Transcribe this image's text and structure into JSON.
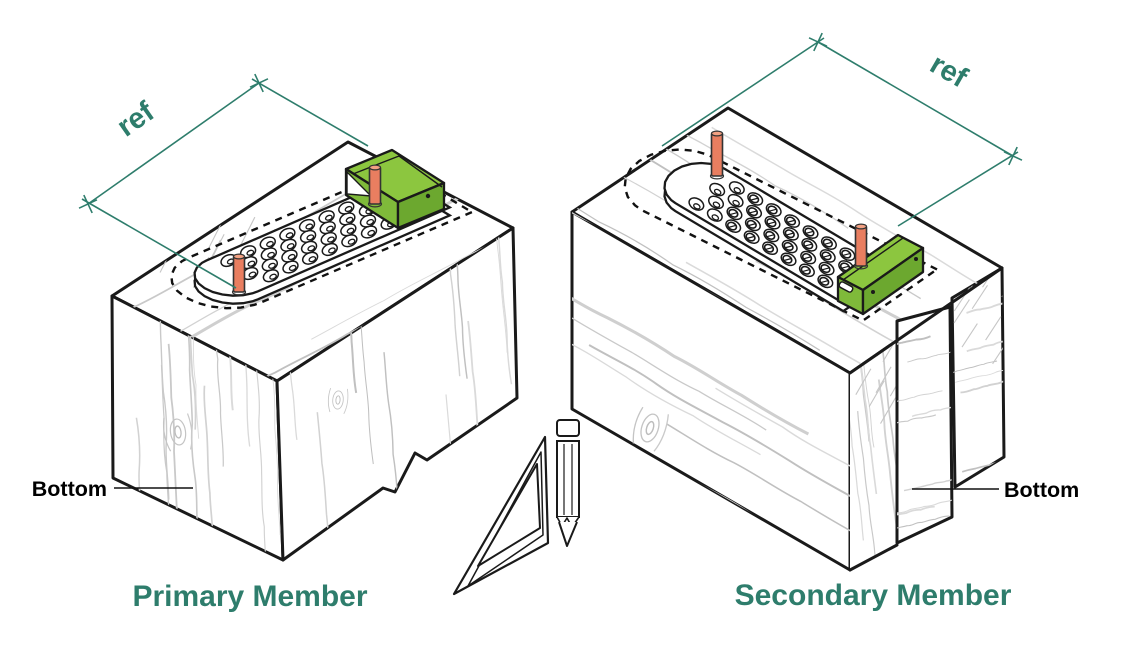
{
  "labels": {
    "primary_member": "Primary Member",
    "secondary_member": "Secondary Member",
    "ref_left": "ref",
    "ref_right": "ref",
    "bottom_left": "Bottom",
    "bottom_right": "Bottom"
  },
  "colors": {
    "teal": "#2E7D6C",
    "label_black": "#000000",
    "green_top": "#8CC63F",
    "green_front": "#7FBA3A",
    "green_end": "#6CA82F",
    "orange_body": "#E97E60",
    "orange_top": "#F2A183",
    "outline": "#1A1A1A",
    "grain_light": "#CDCDCD",
    "white": "#FFFFFF"
  },
  "icons": {
    "pencil": "pencil-icon",
    "speed_square": "speed-square-icon",
    "dimension_marker": "dimension-tick-icon"
  }
}
